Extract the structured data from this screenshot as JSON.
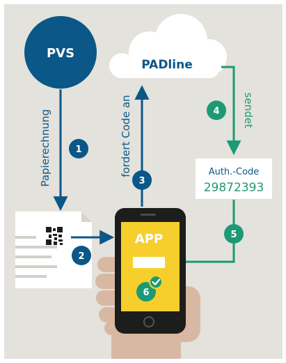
{
  "nodes": {
    "pvs": "PVS",
    "padline": "PADline",
    "auth_label": "Auth.-Code",
    "auth_code": "29872393",
    "app": "APP"
  },
  "edges": {
    "papierrechnung": "Papierechnung",
    "fordert": "fordert Code an",
    "sendet": "sendet"
  },
  "steps": [
    "1",
    "2",
    "3",
    "4",
    "5",
    "6"
  ],
  "colors": {
    "background": "#e4e2dc",
    "navy": "#0b5788",
    "teal": "#1c9a76",
    "yellow": "#f6cf2c",
    "hand": "#d9b8a3",
    "phone": "#1d1d1b"
  },
  "icons": [
    "cloud-icon",
    "document-icon",
    "qr-code-icon",
    "smartphone-icon",
    "hand-icon",
    "checkmark-icon"
  ]
}
